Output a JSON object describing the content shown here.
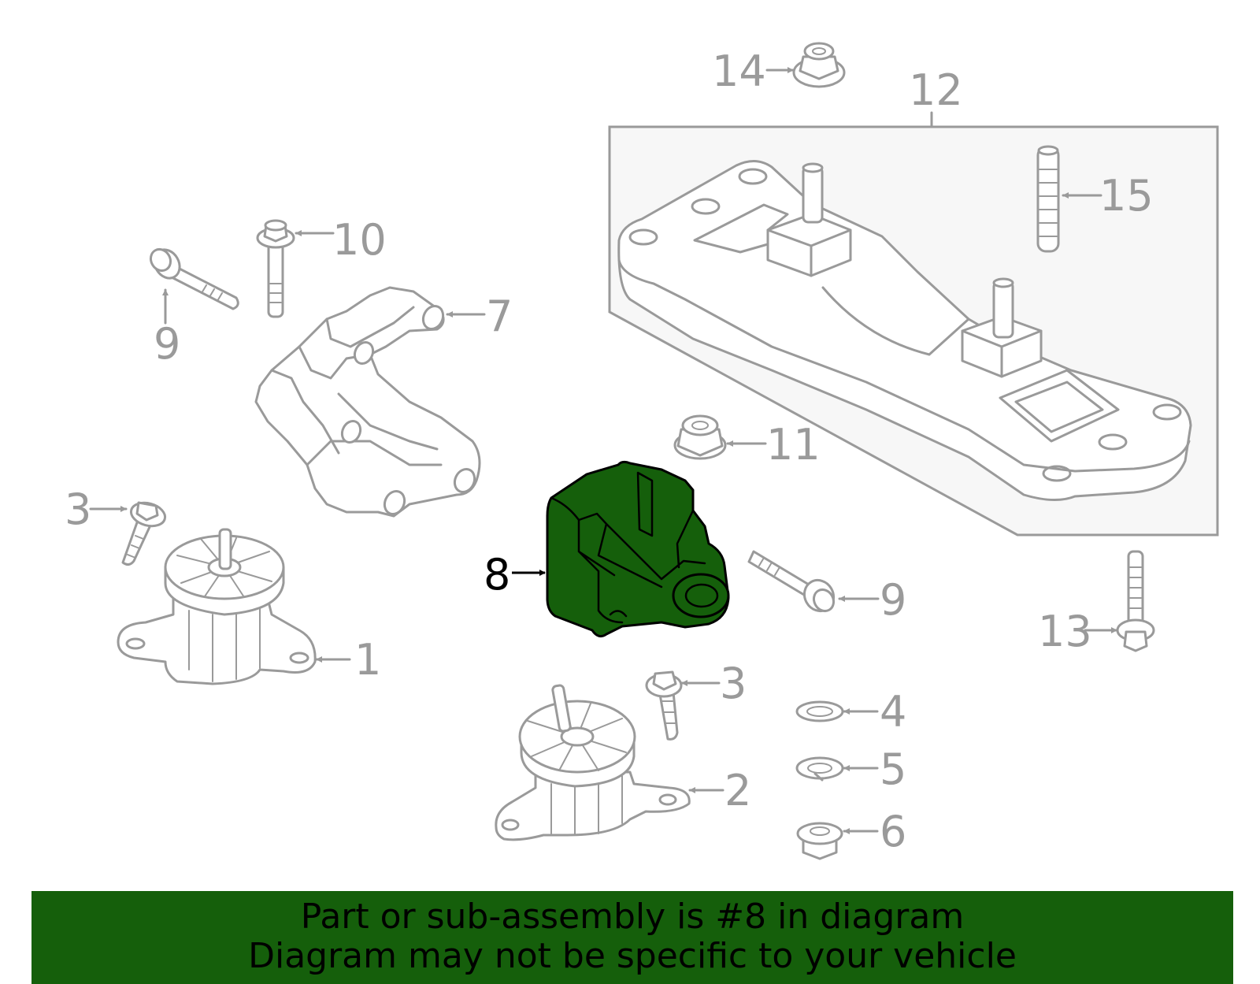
{
  "diagram": {
    "callouts": {
      "c1": "1",
      "c2": "2",
      "c3a": "3",
      "c3b": "3",
      "c4": "4",
      "c5": "5",
      "c6": "6",
      "c7": "7",
      "c8": "8",
      "c9a": "9",
      "c9b": "9",
      "c10": "10",
      "c11": "11",
      "c12": "12",
      "c13": "13",
      "c14": "14",
      "c15": "15"
    },
    "highlight_part": "8",
    "colors": {
      "highlight": "#155f0b",
      "line": "#9a9a9a",
      "banner": "#155f0b",
      "background": "#ffffff"
    }
  },
  "banner": {
    "line1": "Part or sub-assembly is #8 in diagram",
    "line2": "Diagram may not be specific to your vehicle"
  }
}
